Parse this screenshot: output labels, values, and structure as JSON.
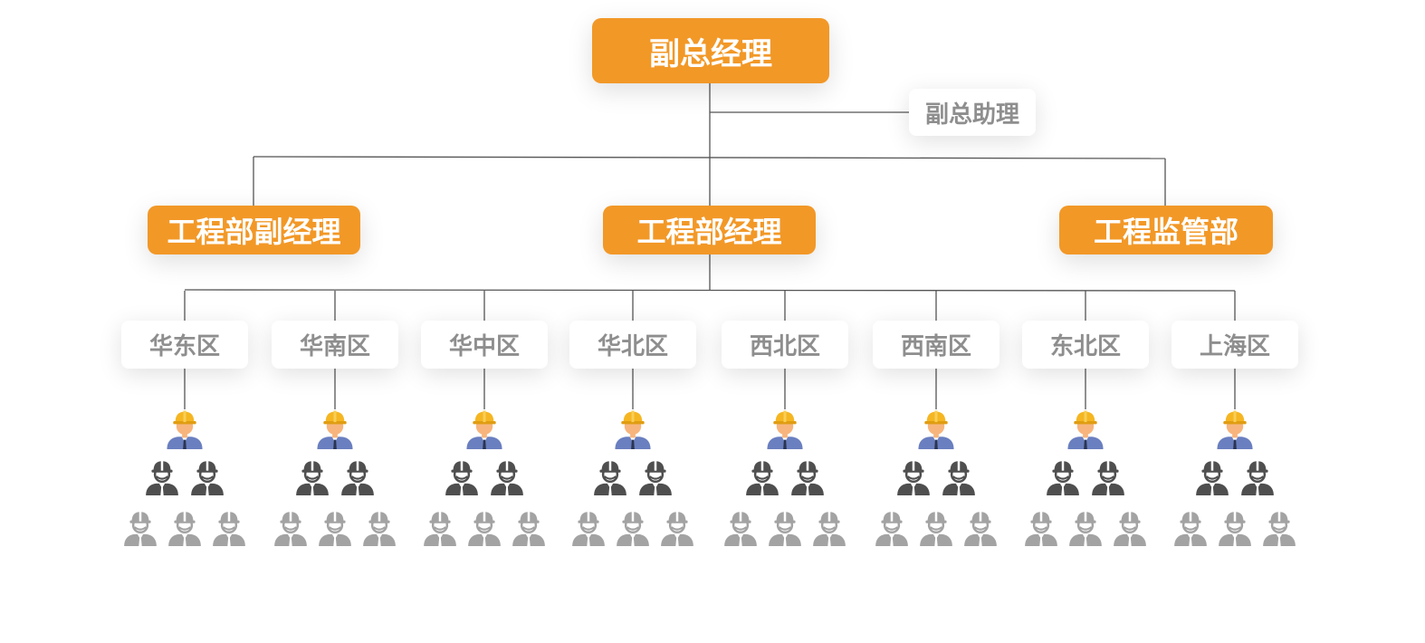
{
  "colors": {
    "accent": "#f29827",
    "line": "#555555",
    "region_text": "#8e8e8e",
    "leader_helmet": "#f5b622",
    "leader_face": "#f7b57d",
    "leader_body": "#6a7fc0",
    "staff_dark": "#4f4f4f",
    "staff_light": "#a3a3a3"
  },
  "org": {
    "top": "副总经理",
    "assistant": "副总助理",
    "deputy_engineering": "工程部副经理",
    "engineering_manager": "工程部经理",
    "supervision": "工程监管部",
    "regions": [
      "华东区",
      "华南区",
      "华中区",
      "华北区",
      "西北区",
      "西南区",
      "东北区",
      "上海区"
    ]
  },
  "icons": {
    "leader": "worker-leader-icon",
    "staff_dark": "worker-dark-icon",
    "staff_light": "worker-light-icon"
  }
}
